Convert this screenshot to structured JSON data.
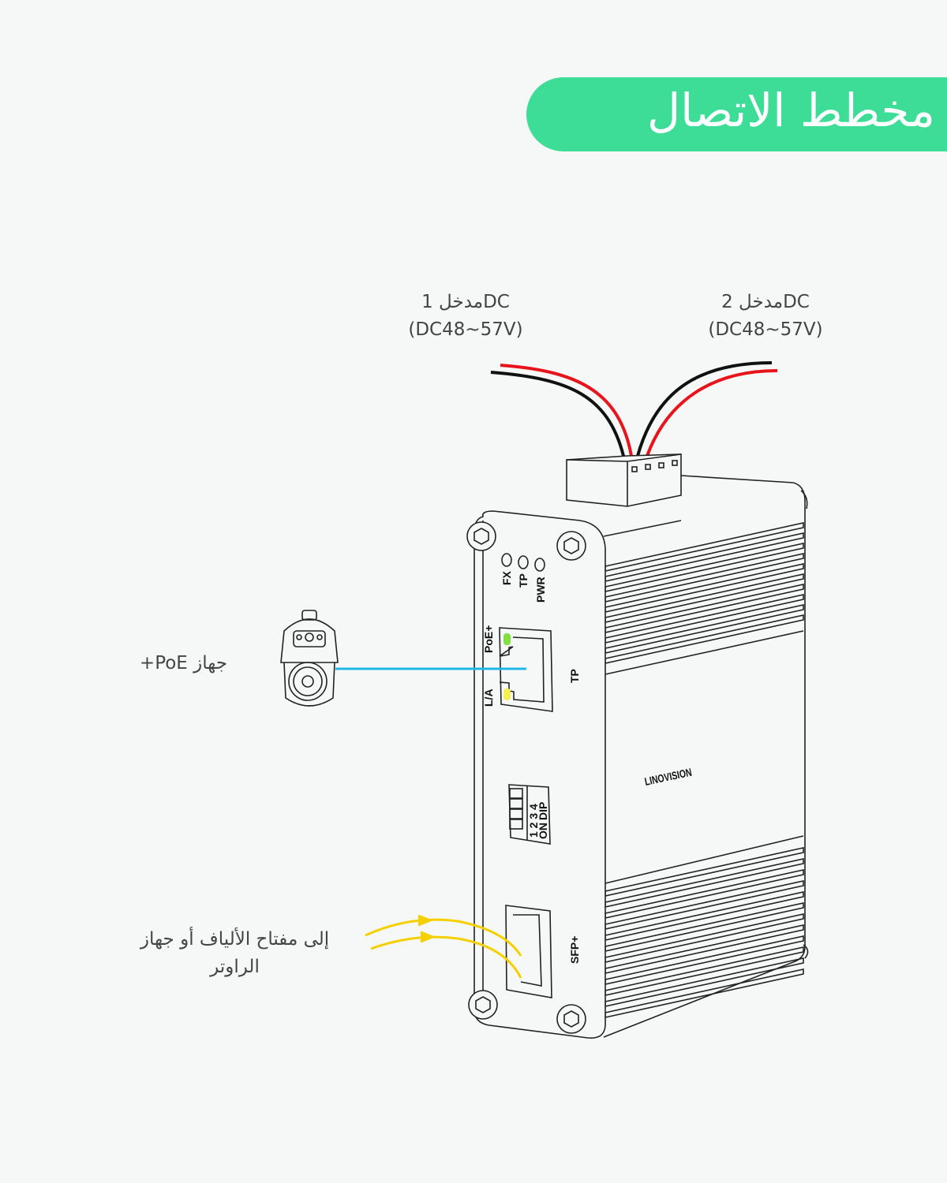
{
  "header": {
    "title": "مخطط الاتصال",
    "accent_color": "#3ddc97"
  },
  "inputs": [
    {
      "label": "مدخل 1DC",
      "voltage": "(DC48~57V)"
    },
    {
      "label": "مدخل 2DC",
      "voltage": "(DC48~57V)"
    }
  ],
  "poe_device": {
    "label": "جهاز PoE+"
  },
  "uplink": {
    "line1": "إلى مفتاح الألياف أو جهاز",
    "line2": "الراوتر"
  },
  "device": {
    "brand": "LINOVISION",
    "leds": [
      "FX",
      "TP",
      "PWR"
    ],
    "port_labels": {
      "poe": "PoE+",
      "la": "L/A",
      "tp": "TP",
      "sfp": "SFP+"
    },
    "dip": {
      "numbers": "1 2 3 4",
      "on": "ON",
      "dip": "DIP"
    }
  },
  "colors": {
    "poe_cable": "#1fb8e6",
    "fiber": "#f5d000",
    "wire_red": "#e8141b",
    "wire_black": "#111111"
  }
}
